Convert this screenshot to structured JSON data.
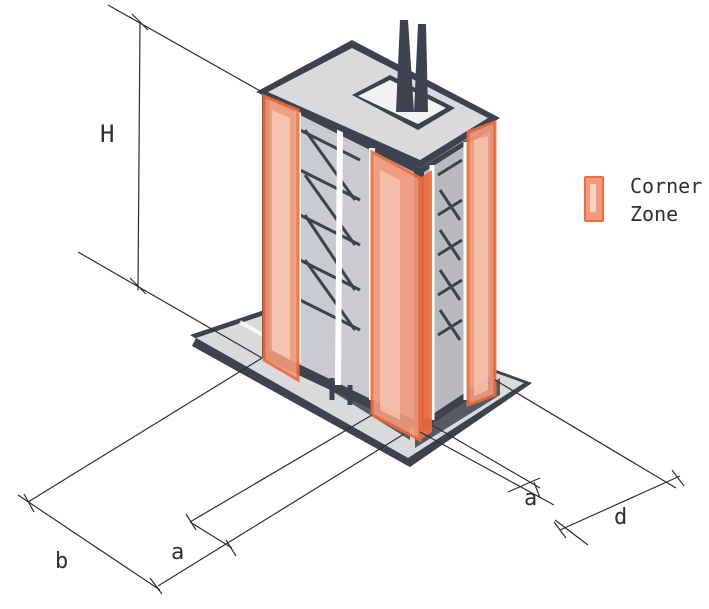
{
  "diagram": {
    "dimensions": {
      "height": "H",
      "width": "b",
      "depth": "d",
      "corner_a_left": "a",
      "corner_a_right": "a"
    },
    "legend": {
      "line1": "Corner",
      "line2": "Zone"
    },
    "colors": {
      "corner_zone": "#ef6a3e",
      "corner_zone_fill": "#f39a7b",
      "building_frame": "#3d434e",
      "building_glass": "#c9cbd0",
      "plinth": "#d9dadc"
    },
    "icons": [
      "building-icon",
      "corner-zone-swatch"
    ]
  }
}
